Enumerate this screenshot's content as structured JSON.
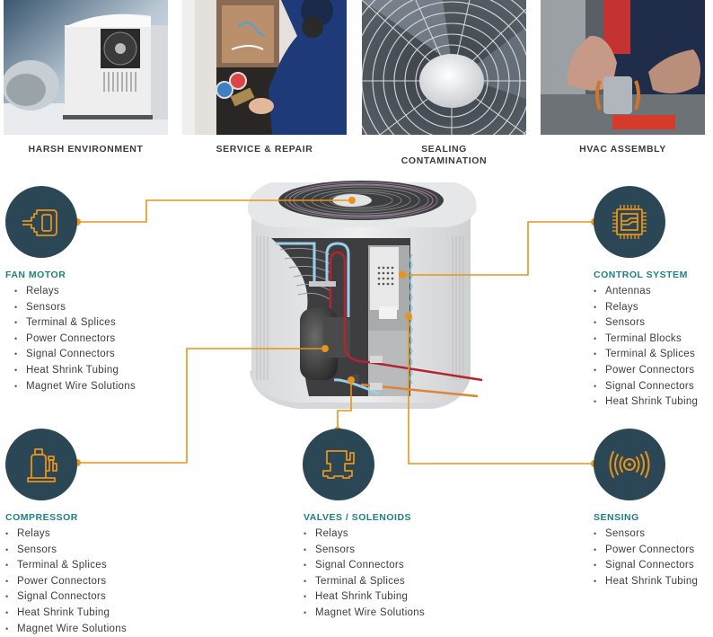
{
  "photos": [
    {
      "label": "HARSH ENVIRONMENT",
      "scene": "snow-covered-outdoor-unit"
    },
    {
      "label": "SERVICE & REPAIR",
      "scene": "technician-with-gauges"
    },
    {
      "label": "SEALING CONTAMINATION",
      "scene": "fan-grille-closeup"
    },
    {
      "label": "HVAC ASSEMBLY",
      "scene": "hands-winding-motor"
    }
  ],
  "categories": {
    "fan_motor": {
      "title": "FAN MOTOR",
      "icon": "fan-motor-plug-icon",
      "items": [
        "Relays",
        "Sensors",
        "Terminal & Splices",
        "Power Connectors",
        "Signal Connectors",
        "Heat Shrink Tubing",
        "Magnet Wire Solutions"
      ]
    },
    "control_system": {
      "title": "CONTROL SYSTEM",
      "icon": "microchip-icon",
      "items": [
        "Antennas",
        "Relays",
        "Sensors",
        "Terminal Blocks",
        "Terminal & Splices",
        "Power Connectors",
        "Signal Connectors",
        "Heat Shrink Tubing"
      ]
    },
    "compressor": {
      "title": "COMPRESSOR",
      "icon": "compressor-icon",
      "items": [
        "Relays",
        "Sensors",
        "Terminal & Splices",
        "Power Connectors",
        "Signal Connectors",
        "Heat Shrink Tubing",
        "Magnet Wire Solutions"
      ]
    },
    "valves": {
      "title": "VALVES / SOLENOIDS",
      "icon": "valve-icon",
      "items": [
        "Relays",
        "Sensors",
        "Signal Connectors",
        "Terminal & Splices",
        "Heat Shrink Tubing",
        "Magnet Wire Solutions"
      ]
    },
    "sensing": {
      "title": "SENSING",
      "icon": "sensing-waves-icon",
      "items": [
        "Sensors",
        "Power Connectors",
        "Signal Connectors",
        "Heat Shrink Tubing"
      ]
    }
  },
  "colors": {
    "accent_orange": "#e8941a",
    "circle_navy": "#2b4654",
    "title_teal": "#1e7f86",
    "body_text": "#3c3c3c"
  }
}
